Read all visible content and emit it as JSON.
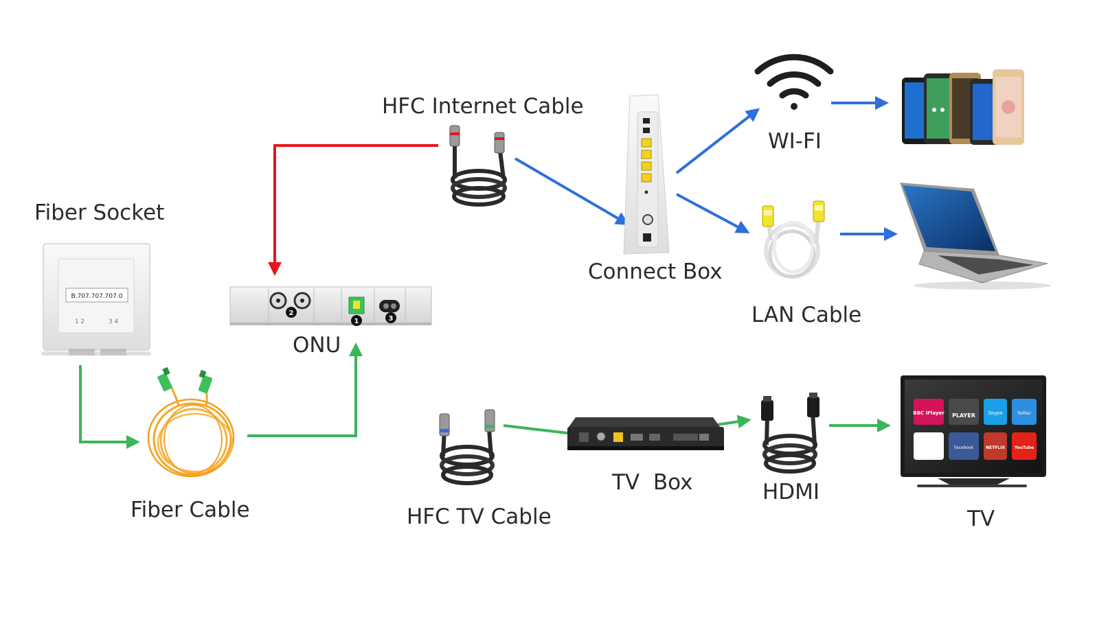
{
  "labels": {
    "fiber_socket": "Fiber Socket",
    "fiber_cable": "Fiber Cable",
    "onu": "ONU",
    "hfc_internet_cable": "HFC Internet Cable",
    "connect_box": "Connect Box",
    "wifi": "WI-FI",
    "lan_cable": "LAN Cable",
    "hfc_tv_cable": "HFC TV Cable",
    "tv_box": "TV  Box",
    "hdmi": "HDMI",
    "tv": "TV"
  },
  "socket_text": {
    "code": "B.707.707.707.0",
    "ports_left": "1  2",
    "ports_right": "3  4"
  },
  "onu_ports": [
    "1",
    "2",
    "3"
  ],
  "tv_apps": [
    "BBC iPlayer",
    "PLAYER",
    "Skype",
    "Twitter",
    "Facebook",
    "NETFLIX",
    "YouTube"
  ],
  "colors": {
    "fiber_flow": "#3cb45a",
    "hfc_flow": "#e8141b",
    "internet_flow": "#2f6fdc",
    "fiber_cable": "#f5a623",
    "sc_connector": "#3cc05a",
    "lan_plug": "#f2e32e"
  }
}
